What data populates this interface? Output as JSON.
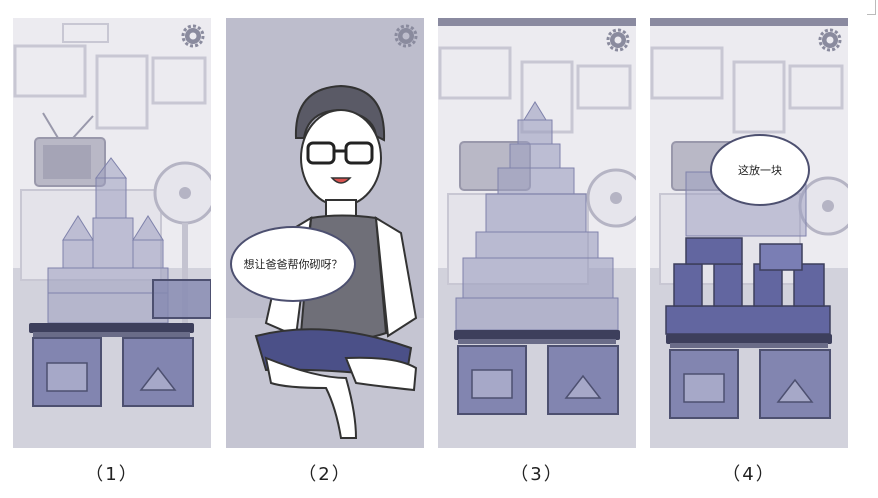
{
  "panels": [
    {
      "caption": "（1）",
      "icon": "gear-icon"
    },
    {
      "caption": "（2）",
      "icon": "gear-icon",
      "speech": "想让爸爸帮你砌呀？"
    },
    {
      "caption": "（3）",
      "icon": "gear-icon"
    },
    {
      "caption": "（4）",
      "icon": "gear-icon",
      "speech": "这放一块"
    }
  ],
  "colors": {
    "wall": "#e9e8ee",
    "floor": "#cfcfda",
    "block": "#7f82ab",
    "block_dark": "#4b5088",
    "outline": "#4d5070",
    "panel2_bg": "#bdbdcc"
  }
}
